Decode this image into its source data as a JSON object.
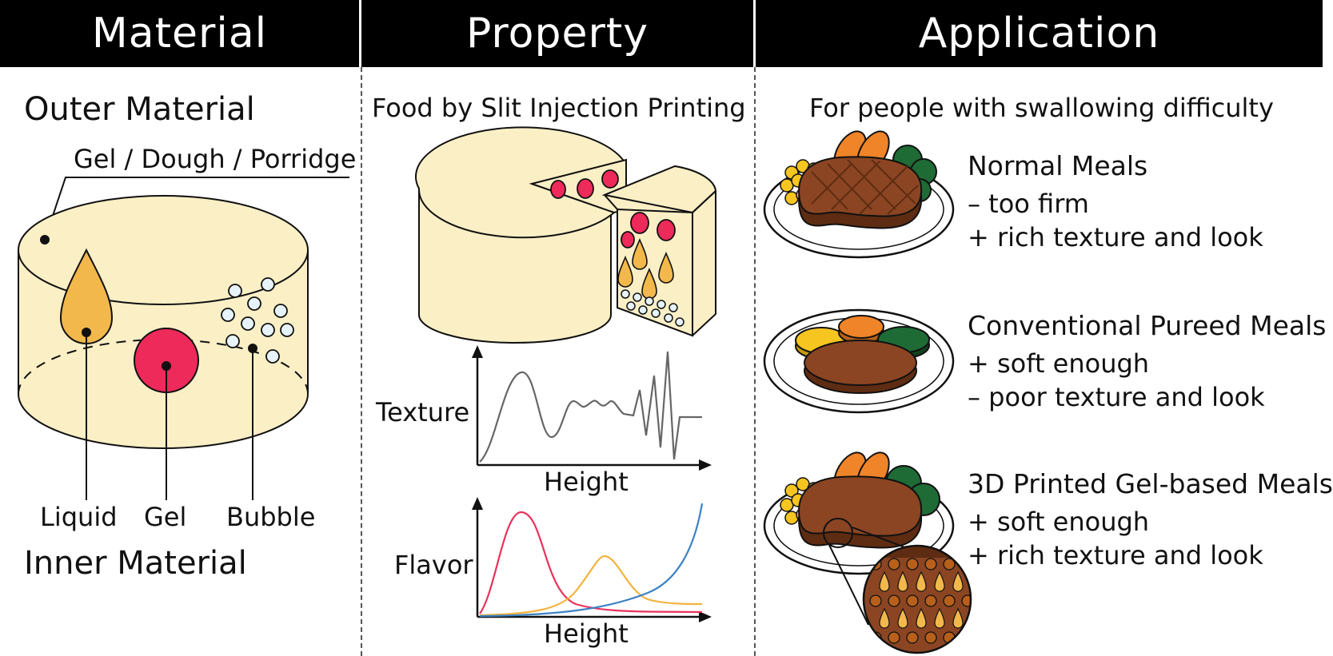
{
  "headers": {
    "material": "Material",
    "property": "Property",
    "application": "Application"
  },
  "material": {
    "outer_title": "Outer Material",
    "outer_types": "Gel / Dough / Porridge",
    "labels": [
      "Liquid",
      "Gel",
      "Bubble"
    ],
    "inner_title": "Inner Material"
  },
  "property": {
    "subtitle": "Food by Slit Injection Printing",
    "texture_label": "Texture",
    "texture_xlabel": "Height",
    "flavor_label": "Flavor",
    "flavor_xlabel": "Height"
  },
  "application": {
    "subtitle": "For people with swallowing difficulty",
    "meals": [
      {
        "title": "Normal Meals",
        "lines": [
          "– too firm",
          "+ rich texture and look"
        ]
      },
      {
        "title": "Conventional Pureed Meals",
        "lines": [
          "+ soft enough",
          "– poor texture and look"
        ]
      },
      {
        "title": "3D Printed Gel-based Meals",
        "lines": [
          "+ soft enough",
          "+ rich texture and look"
        ]
      }
    ]
  },
  "colors": {
    "cream": "#FBEFC6",
    "liquid": "#F2B84B",
    "gel": "#EE2A5A",
    "bubble": "#E6F3F9",
    "meat": "#8B4523",
    "meat_dark": "#5E2C12",
    "corn": "#F7C51F",
    "carrot": "#F08428",
    "broccoli": "#1E6B36",
    "flavor_red": "#E8335B",
    "flavor_yellow": "#F2B33D",
    "flavor_blue": "#3C82C4",
    "texture_line": "#666666"
  }
}
